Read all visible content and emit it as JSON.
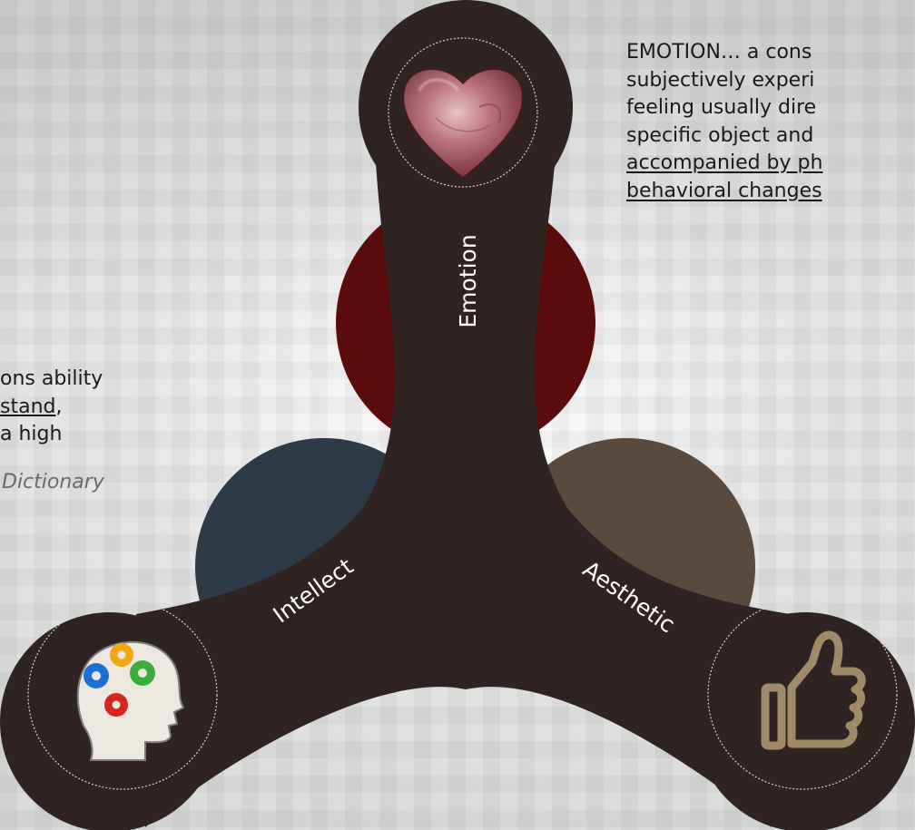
{
  "diagram": {
    "branches": {
      "emotion": {
        "label": "Emotion",
        "icon": "heart-icon",
        "circle_color": "#5a0c0c"
      },
      "intellect": {
        "label": "Intellect",
        "icon": "head-gears-icon",
        "circle_color": "#2d3a47"
      },
      "aesthetic": {
        "label": "Aesthetic",
        "icon": "thumbs-up-icon",
        "circle_color": "#5a4a3e"
      }
    },
    "hub_color": "#2f2421"
  },
  "emotion_text": {
    "line1": "EMOTION… a cons",
    "line2": "subjectively experi",
    "line3": "feeling usually dire",
    "line4": "specific object and",
    "line5": "accompanied by ph",
    "line6": "behavioral changes"
  },
  "intellect_text": {
    "line1": "ons ability",
    "line2_underlined": "stand",
    "line2_rest": ",",
    "line3": "a high",
    "source": "Dictionary"
  }
}
